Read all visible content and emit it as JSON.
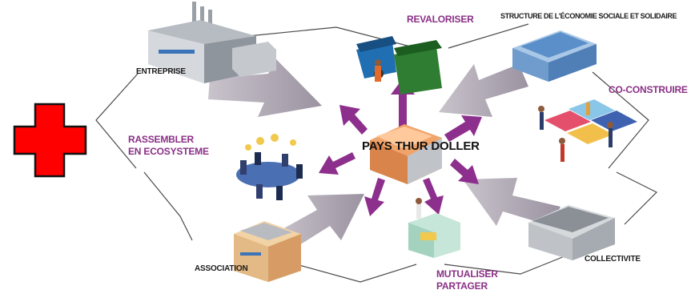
{
  "diagram": {
    "center_label": "PAYS THUR DOLLER",
    "nodes": {
      "entreprise": "ENTREPRISE",
      "ess": "STRUCTURE DE L'ÉCONOMIE SOCIALE ET SOLIDAIRE",
      "association": "ASSOCIATION",
      "collectivite": "COLLECTIVITE"
    },
    "actions": {
      "revaloriser": "REVALORISER",
      "coconstruire": "CO-CONSTRUIRE",
      "rassembler_l1": "RASSEMBLER",
      "rassembler_l2": "EN ECOSYSTEME",
      "mutualiser_l1": "MUTUALISER",
      "mutualiser_l2": "PARTAGER"
    },
    "colors": {
      "plus_sign": "#ff0000",
      "action_text": "#8a2f86",
      "small_arrows": "#8d2f8c",
      "big_arrows": "#a8a0ab"
    }
  }
}
